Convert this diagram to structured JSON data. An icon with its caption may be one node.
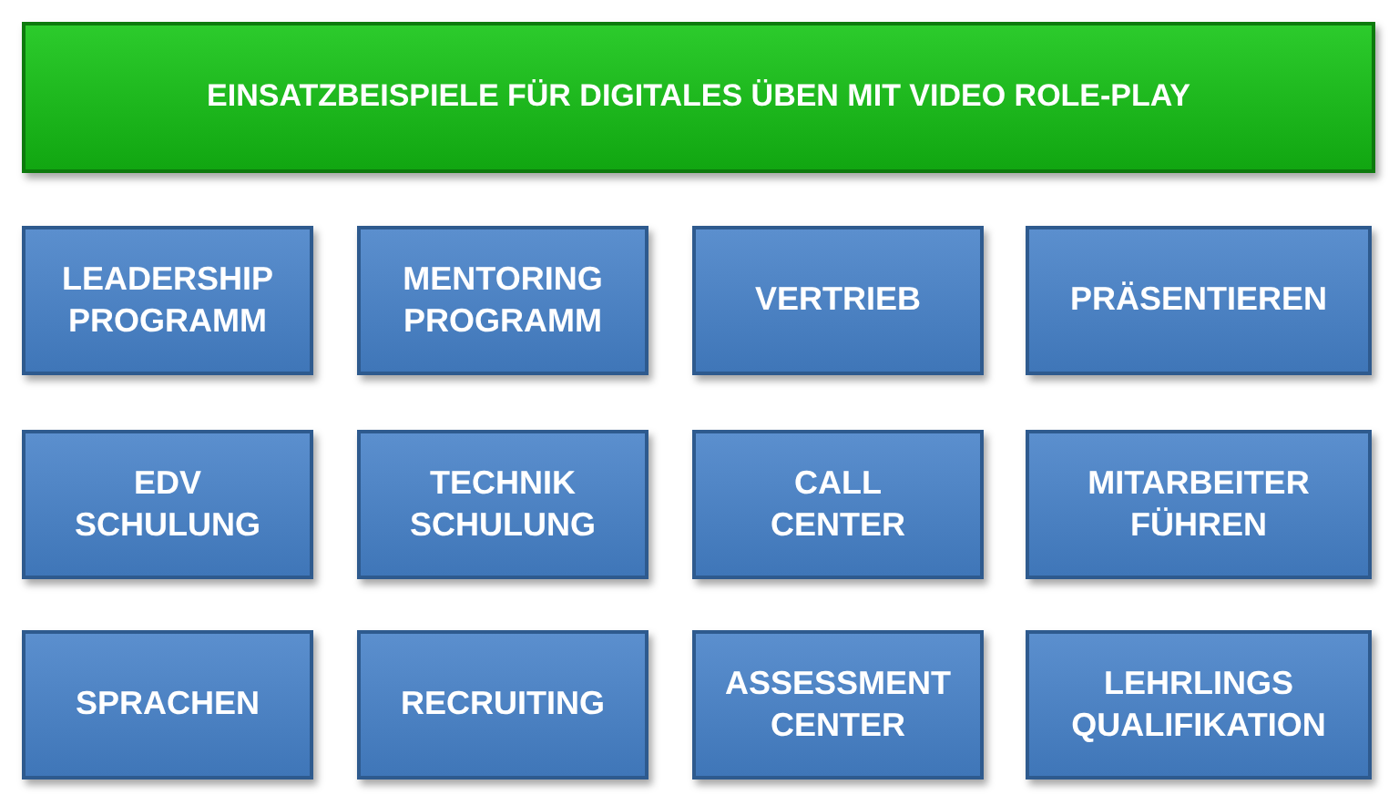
{
  "diagram": {
    "nodes": [
      {
        "text": [
          "EINSATZBEISPIELE FÜR DIGITALES ÜBEN MIT VIDEO ROLE-PLAY"
        ]
      },
      {
        "text": [
          "LEADERSHIP PROGRAMM"
        ]
      },
      {
        "text": [
          "MENTORING PROGRAMM"
        ]
      },
      {
        "text": [
          "VERTRIEB"
        ]
      },
      {
        "text": [
          "PRÄSENTIEREN"
        ]
      },
      {
        "text": [
          "EDV SCHULUNG"
        ]
      },
      {
        "text": [
          "TECHNIK SCHULUNG"
        ]
      },
      {
        "text": [
          "CALL CENTER"
        ]
      },
      {
        "text": [
          "MITARBEITER FÜHREN"
        ]
      },
      {
        "text": [
          "SPRACHEN"
        ]
      },
      {
        "text": [
          "RECRUITING"
        ]
      },
      {
        "text": [
          "ASSESSMENT CENTER"
        ]
      },
      {
        "text": [
          "LEHRLINGS QUALIFIKATION"
        ]
      }
    ]
  }
}
